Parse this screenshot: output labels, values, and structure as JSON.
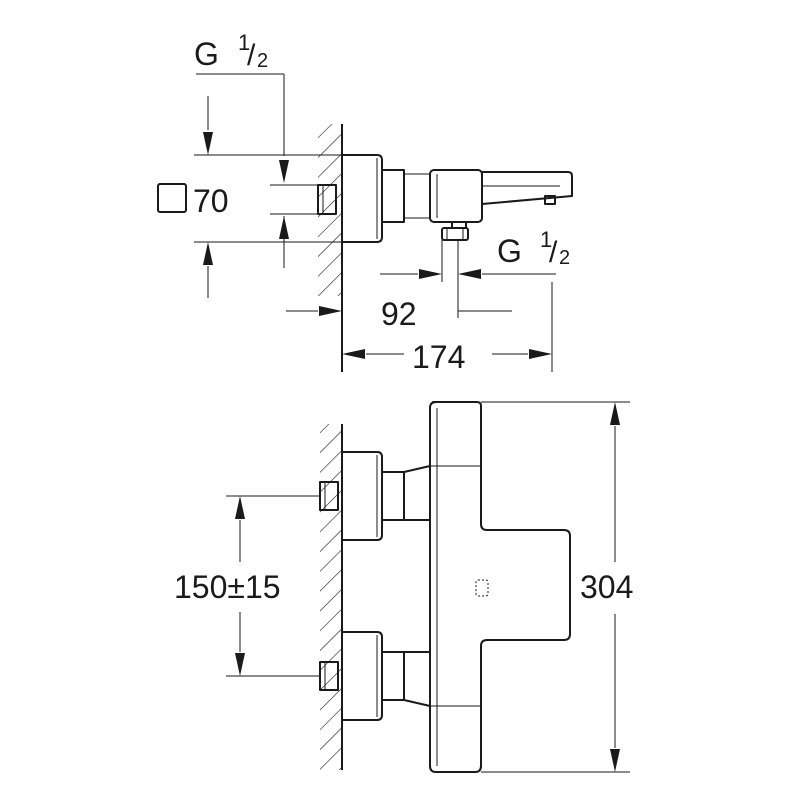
{
  "dimensions": {
    "thread_top_letter": "G",
    "thread_top_num": "1",
    "thread_top_den": "2",
    "square_size": "70",
    "thread_outlet_letter": "G",
    "thread_outlet_num": "1",
    "thread_outlet_den": "2",
    "outlet_projection": "92",
    "total_projection": "174",
    "inlet_centers": "150±15",
    "total_height": "304"
  },
  "colors": {
    "ink": "#1a1a1a",
    "background": "#ffffff"
  }
}
